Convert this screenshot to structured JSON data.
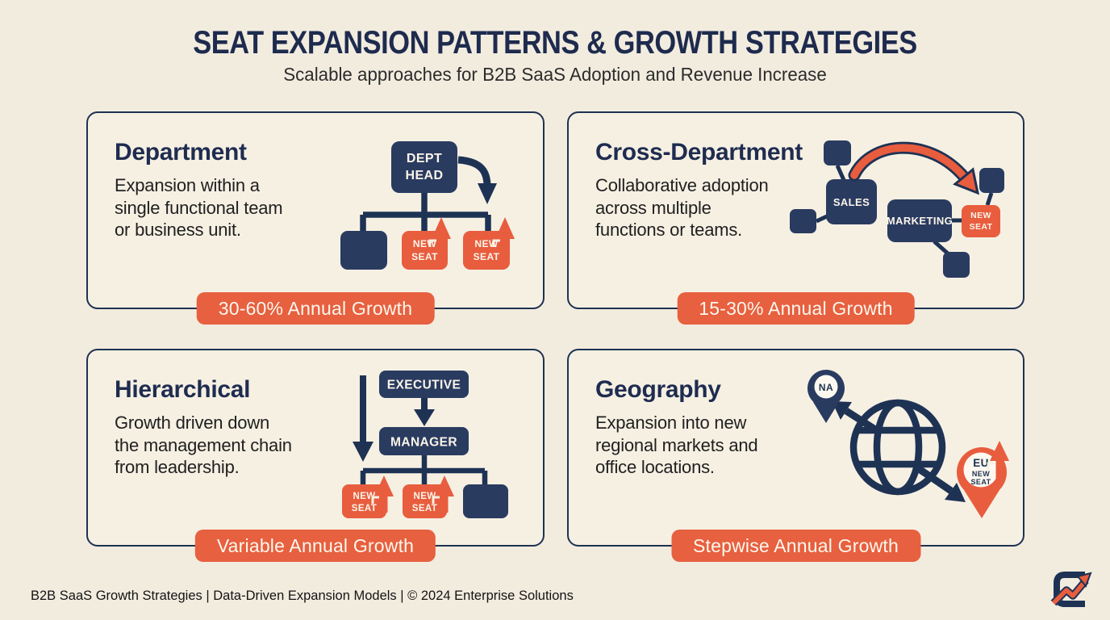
{
  "header": {
    "title": "SEAT EXPANSION PATTERNS & GROWTH STRATEGIES",
    "subtitle": "Scalable approaches for B2B SaaS Adoption and Revenue Increase"
  },
  "cards": {
    "department": {
      "title": "Department",
      "desc_lines": [
        "Expansion within a",
        "single functional team",
        "or business unit."
      ],
      "badge": "30-60% Annual Growth",
      "diagram": {
        "root_line1": "DEPT",
        "root_line2": "HEAD",
        "seat1_line1": "NEW",
        "seat1_line2": "SEAT",
        "seat2_line1": "NEW",
        "seat2_line2": "SEAT"
      }
    },
    "cross_department": {
      "title": "Cross-Department",
      "desc_lines": [
        "Collaborative adoption",
        "across multiple",
        "functions or teams."
      ],
      "badge": "15-30% Annual Growth",
      "diagram": {
        "sales": "SALES",
        "marketing": "MARKETING",
        "seat_line1": "NEW",
        "seat_line2": "SEAT"
      }
    },
    "hierarchical": {
      "title": "Hierarchical",
      "desc_lines": [
        "Growth driven down",
        "the management chain",
        "from leadership."
      ],
      "badge": "Variable Annual Growth",
      "diagram": {
        "executive": "EXECUTIVE",
        "manager": "MANAGER",
        "seat1_line1": "NEW",
        "seat1_line2": "SEAT",
        "seat2_line1": "NEW",
        "seat2_line2": "SEAT"
      }
    },
    "geography": {
      "title": "Geography",
      "desc_lines": [
        "Expansion into new",
        "regional markets and",
        "office locations."
      ],
      "badge": "Stepwise Annual Growth",
      "diagram": {
        "pin_na": "NA",
        "pin_eu_line1": "EU",
        "pin_eu_line2": "NEW",
        "pin_eu_line3": "SEAT"
      }
    }
  },
  "footer": {
    "text": "B2B SaaS Growth Strategies | Data-Driven Expansion Models | © 2024 Enterprise Solutions"
  },
  "colors": {
    "background": "#f2ecdf",
    "card_background": "#f6f0e3",
    "navy": "#2a3b60",
    "navy_dark": "#1e3252",
    "orange": "#e85d3e",
    "badge_orange": "#e7603f",
    "warm_white": "#fbf5ea"
  }
}
